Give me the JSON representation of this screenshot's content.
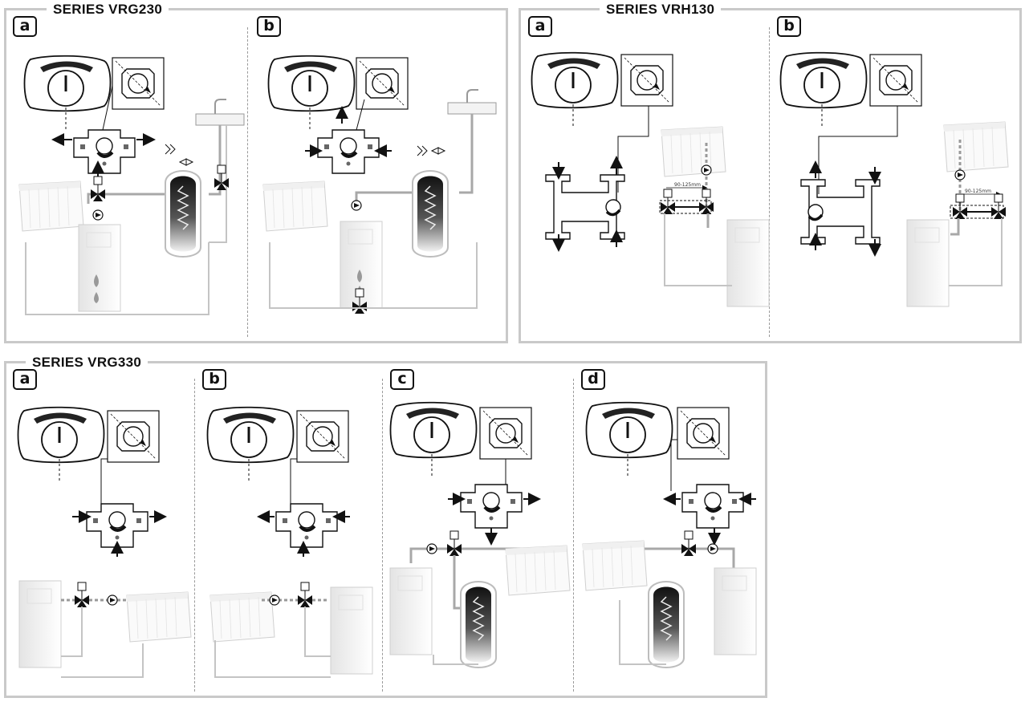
{
  "series": [
    {
      "title": "SERIES VRG230",
      "panels": [
        {
          "letter": "a"
        },
        {
          "letter": "b"
        }
      ]
    },
    {
      "title": "SERIES VRH130",
      "panels": [
        {
          "letter": "a"
        },
        {
          "letter": "b"
        }
      ],
      "dimension_label": "90-125mm"
    },
    {
      "title": "SERIES VRG330",
      "panels": [
        {
          "letter": "a"
        },
        {
          "letter": "b"
        },
        {
          "letter": "c"
        },
        {
          "letter": "d"
        }
      ]
    }
  ],
  "colors": {
    "frame": "#c9c9c9",
    "pipe": "#a8a8a8",
    "ink": "#111111"
  },
  "icons": [
    "actuator-knob-icon",
    "valve-position-indicator-icon",
    "three-way-valve-icon",
    "radiator-icon",
    "boiler-icon",
    "hot-water-tank-icon",
    "sink-icon",
    "pump-icon",
    "flame-icon"
  ]
}
